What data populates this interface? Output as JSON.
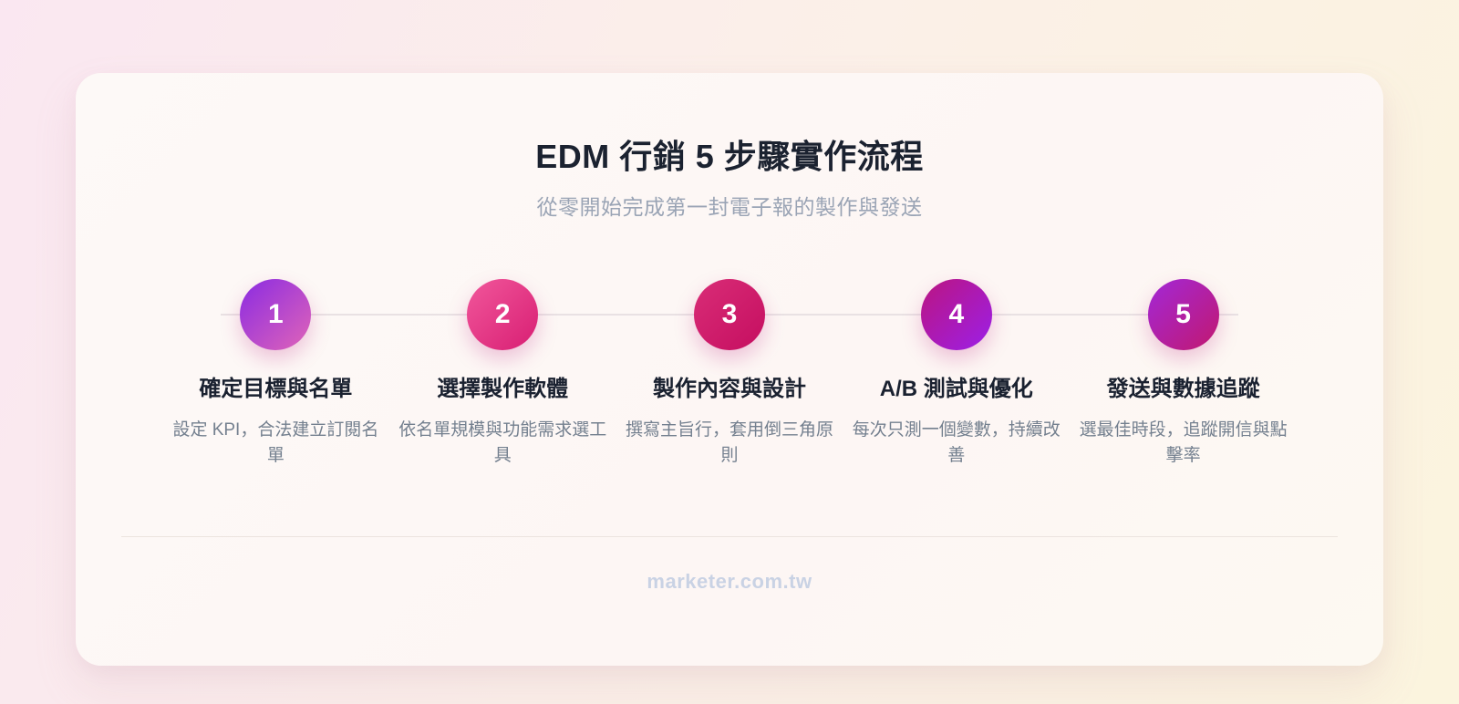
{
  "header": {
    "title": "EDM 行銷 5 步驟實作流程",
    "subtitle": "從零開始完成第一封電子報的製作與發送"
  },
  "steps": [
    {
      "number": "1",
      "title": "確定目標與名單",
      "description": "設定 KPI，合法建立訂閱名單",
      "gradient_start": "#8a2be2",
      "gradient_end": "#e064b8"
    },
    {
      "number": "2",
      "title": "選擇製作軟體",
      "description": "依名單規模與功能需求選工具",
      "gradient_start": "#f1579b",
      "gradient_end": "#d81e73"
    },
    {
      "number": "3",
      "title": "製作內容與設計",
      "description": "撰寫主旨行，套用倒三角原則",
      "gradient_start": "#d92d77",
      "gradient_end": "#c50e60"
    },
    {
      "number": "4",
      "title": "A/B 測試與優化",
      "description": "每次只測一個變數，持續改善",
      "gradient_start": "#bb1580",
      "gradient_end": "#9c1fe8"
    },
    {
      "number": "5",
      "title": "發送與數據追蹤",
      "description": "選最佳時段，追蹤開信與點擊率",
      "gradient_start": "#a228d8",
      "gradient_end": "#c2186f"
    }
  ],
  "footer": {
    "watermark": "marketer.com.tw"
  },
  "colors": {
    "background_left": "#fae7f1",
    "background_right": "#fbf4de",
    "card_background": "#fdf8f5",
    "title_text": "#1b2230",
    "subtitle_text": "#9aa4b5",
    "description_text": "#74808f",
    "connector_line": "#e9e1e3",
    "watermark_text": "#c9d2e4"
  }
}
